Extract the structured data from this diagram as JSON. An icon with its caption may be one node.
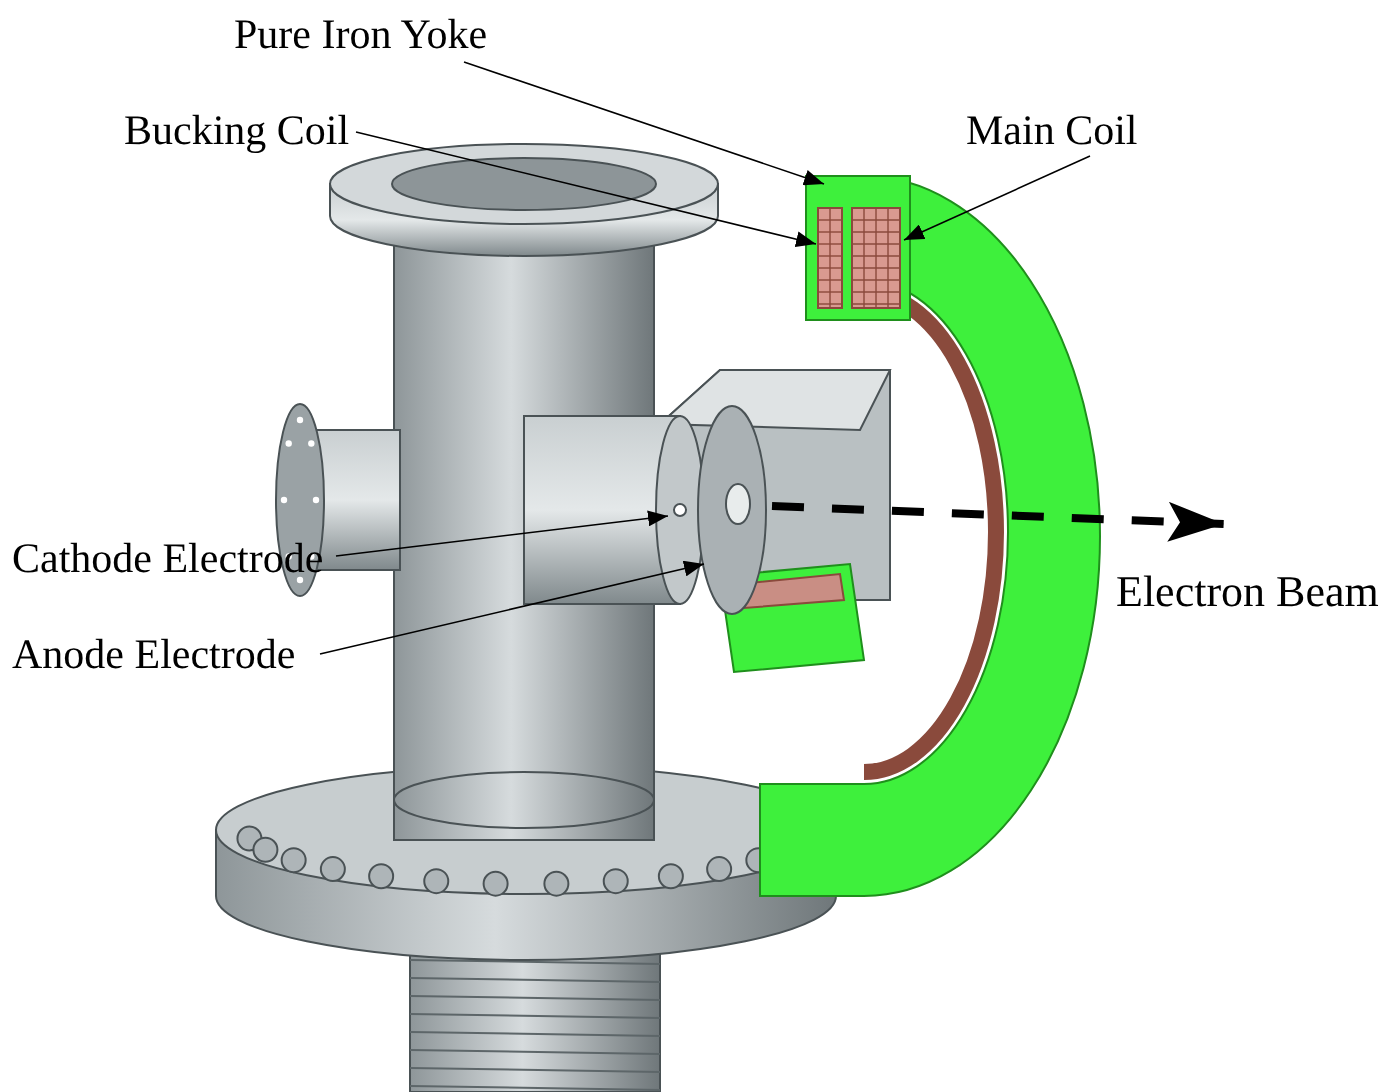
{
  "diagram": {
    "nodes": [
      {
        "text": [
          "Pure Iron Yoke"
        ]
      },
      {
        "text": [
          "Bucking Coil"
        ]
      },
      {
        "text": [
          "Main Coil"
        ]
      },
      {
        "text": [
          "Cathode Electrode"
        ]
      },
      {
        "text": [
          "Anode Electrode"
        ]
      },
      {
        "text": [],
        "shape": "picture"
      },
      {
        "text": [],
        "shape": "picture",
        "in": 5
      },
      {
        "text": [],
        "shape": "picture",
        "in": 5
      },
      {
        "text": [],
        "shape": "picture"
      },
      {
        "text": [],
        "shape": "picture"
      }
    ],
    "edges": [
      {
        "from": 0,
        "to": 5,
        "arrow": "to"
      },
      {
        "from": 1,
        "to": 6,
        "arrow": "to"
      },
      {
        "from": 2,
        "to": 7,
        "arrow": "to"
      },
      {
        "from": 3,
        "to": 8,
        "arrow": "to"
      },
      {
        "from": 4,
        "to": 9,
        "arrow": "to"
      }
    ],
    "labels": [
      "Electron Beam"
    ]
  }
}
